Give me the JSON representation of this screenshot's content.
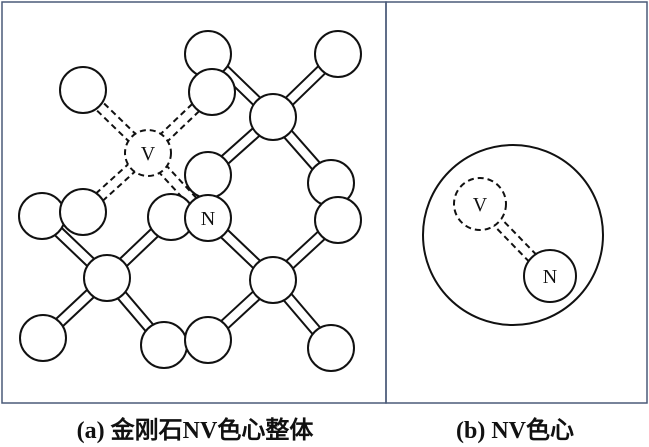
{
  "panel_a": {
    "caption": "(a) 金刚石NV色心整体",
    "vacancy_label": "V",
    "nitrogen_label": "N"
  },
  "panel_b": {
    "caption": "(b) NV色心",
    "vacancy_label": "V",
    "nitrogen_label": "N"
  },
  "colors": {
    "frame": "#4a5a78",
    "stroke": "#111111"
  }
}
